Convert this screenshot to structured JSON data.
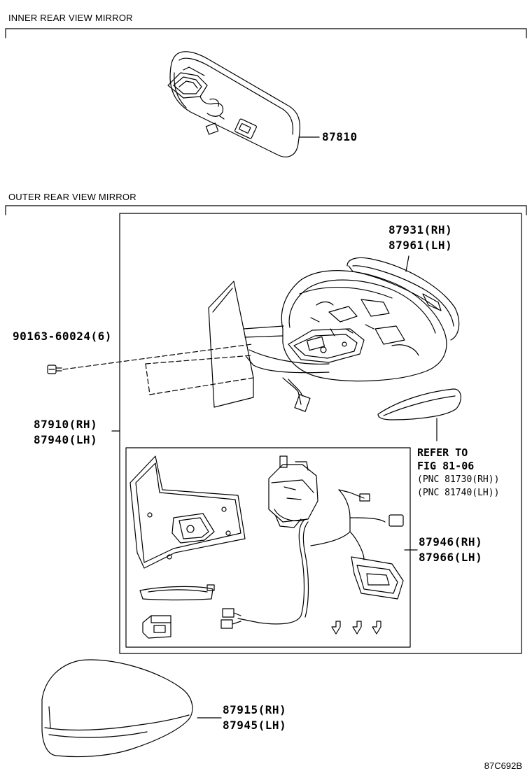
{
  "sections": {
    "inner": {
      "title": "INNER REAR VIEW MIRROR"
    },
    "outer": {
      "title": "OUTER REAR VIEW MIRROR"
    }
  },
  "parts": {
    "inner_mirror": "87810",
    "screw": "90163-60024(6)",
    "mirror_assy": {
      "rh": "87910(RH)",
      "lh": "87940(LH)"
    },
    "cover_top": {
      "rh": "87931(RH)",
      "lh": "87961(LH)"
    },
    "actuator": {
      "rh": "87946(RH)",
      "lh": "87966(LH)"
    },
    "cover_bottom": {
      "rh": "87915(RH)",
      "lh": "87945(LH)"
    }
  },
  "reference": {
    "line1": "REFER TO",
    "line2": "FIG 81-06",
    "line3": "(PNC 81730(RH))",
    "line4": "(PNC 81740(LH))"
  },
  "figure_code": "87C692B"
}
